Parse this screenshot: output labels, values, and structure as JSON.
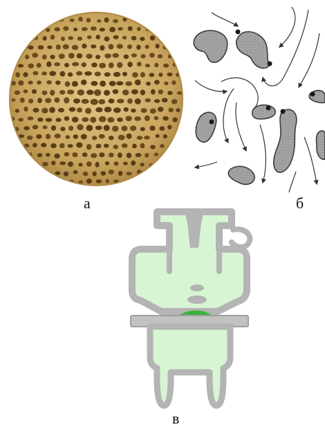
{
  "figure": {
    "captions": {
      "a": "а",
      "b": "б",
      "c": "в"
    },
    "colors": {
      "foam_base": "#c9a55e",
      "foam_dark": "#6b4a1e",
      "foam_light": "#e0c282",
      "particle_fill": "#9a9a9a",
      "particle_outline": "#3b3b3b",
      "flow_line": "#333333",
      "mold_wall": "#b4b4b4",
      "mold_fill": "#d7f5d3",
      "filter_band": "#a8a8a8",
      "metal_green": "#39b339"
    }
  }
}
